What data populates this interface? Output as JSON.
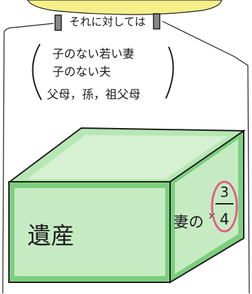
{
  "banner": {
    "text": "それに対しては"
  },
  "heirs": {
    "items": [
      "子のない若い妻",
      "子のない夫",
      "父母，孫，祖父母"
    ]
  },
  "box": {
    "front_label": "遺産",
    "side_label": "妻の",
    "fraction": {
      "numerator": "3",
      "denominator": "4"
    }
  },
  "colors": {
    "green": "#7ccf7f",
    "green_light": "#b7e7b4",
    "yellow": "#f5ef8a",
    "circle": "#e35b86",
    "ink": "#1b1b1b"
  }
}
